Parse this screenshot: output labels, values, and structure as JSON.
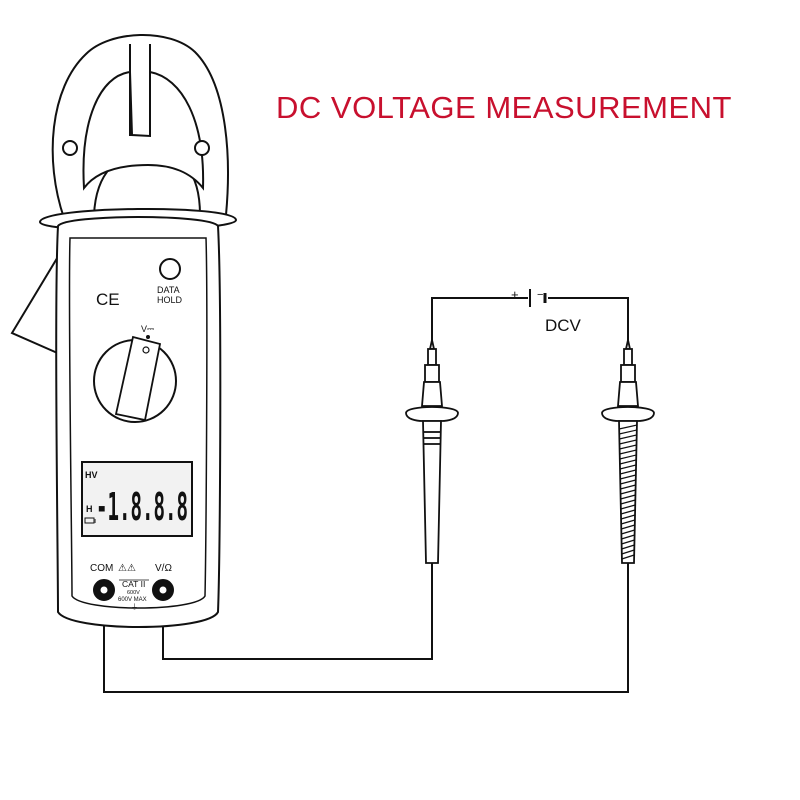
{
  "title": "DC VOLTAGE MEASUREMENT",
  "colors": {
    "title": "#c8102e",
    "line": "#111111",
    "lcd": "#f2f2f2",
    "body": "#ffffff"
  },
  "meter": {
    "ce_mark": "CE",
    "data_hold_label_line1": "DATA",
    "data_hold_label_line2": "HOLD",
    "dial_label": "V⎓",
    "lcd": {
      "hv_label": "HV",
      "h_label": "H",
      "digits": "-1.8.8.8",
      "battery_icon": "battery-icon"
    },
    "com_label": "COM",
    "warning_icons": "⚠⚠",
    "v_ohm_label": "V/Ω",
    "cat_label": "CAT II",
    "cat_voltage": "600V",
    "max_label": "600V MAX"
  },
  "circuit": {
    "battery_plus": "+",
    "battery_minus": "−",
    "label": "DCV"
  }
}
